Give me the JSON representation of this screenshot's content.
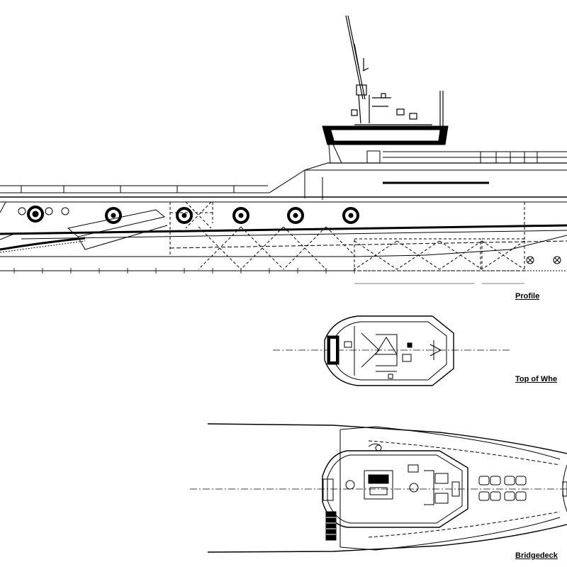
{
  "views": {
    "profile": "Profile",
    "top_of_wheelhouse": "Top of Whe",
    "bridgedeck": "Bridgedeck"
  },
  "colors": {
    "line": "#000000",
    "paper": "#ffffff"
  }
}
